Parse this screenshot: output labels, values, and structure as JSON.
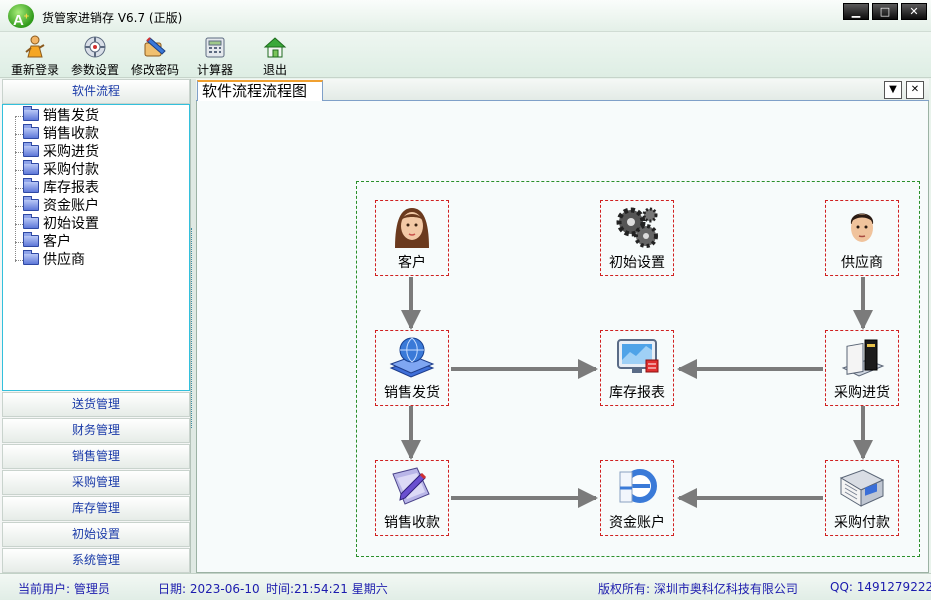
{
  "window": {
    "title": "货管家进销存 V6.7 (正版)",
    "logo_letter": "A",
    "logo_plus": "+",
    "controls": {
      "minimize": "▁",
      "maximize": "□",
      "close": "✕"
    }
  },
  "toolbar": [
    {
      "label": "重新登录",
      "icon": "relogin-person-icon"
    },
    {
      "label": "参数设置",
      "icon": "settings-gear-icon"
    },
    {
      "label": "修改密码",
      "icon": "password-pen-icon"
    },
    {
      "label": "计算器",
      "icon": "calculator-icon"
    },
    {
      "label": "退出",
      "icon": "exit-house-icon"
    }
  ],
  "sidebar": {
    "header": "软件流程",
    "tree": [
      "销售发货",
      "销售收款",
      "采购进货",
      "采购付款",
      "库存报表",
      "资金账户",
      "初始设置",
      "客户",
      "供应商"
    ],
    "sections": [
      "送货管理",
      "财务管理",
      "销售管理",
      "采购管理",
      "库存管理",
      "初始设置",
      "系统管理"
    ]
  },
  "tab": {
    "title": "软件流程流程图",
    "dropdown_glyph": "▼",
    "close_glyph": "✕"
  },
  "flow": {
    "nodes": {
      "customer": {
        "label": "客户",
        "icon": "female-avatar-icon"
      },
      "initial_setup": {
        "label": "初始设置",
        "icon": "gears-icon"
      },
      "supplier": {
        "label": "供应商",
        "icon": "male-avatar-icon"
      },
      "sales_delivery": {
        "label": "销售发货",
        "icon": "globe-stack-icon"
      },
      "inventory_report": {
        "label": "库存报表",
        "icon": "monitor-report-icon"
      },
      "purchase_receipt": {
        "label": "采购进货",
        "icon": "books-icon"
      },
      "sales_collection": {
        "label": "销售收款",
        "icon": "document-pen-icon"
      },
      "fund_account": {
        "label": "资金账户",
        "icon": "ie-globe-icon"
      },
      "purchase_payment": {
        "label": "采购付款",
        "icon": "newspaper-icon"
      }
    }
  },
  "status": {
    "user": "当前用户: 管理员",
    "date": "日期: 2023-06-10",
    "time": "时间:21:54:21 星期六",
    "copyright": "版权所有: 深圳市奥科亿科技有限公司",
    "qq": "QQ: 1491279222"
  },
  "colors": {
    "frame_border": "#2a8f2a",
    "node_border": "#d02020",
    "arrow": "#7b7b7b",
    "sidebar_header_text": "#1a3aa8",
    "status_text": "#1c1cae"
  }
}
